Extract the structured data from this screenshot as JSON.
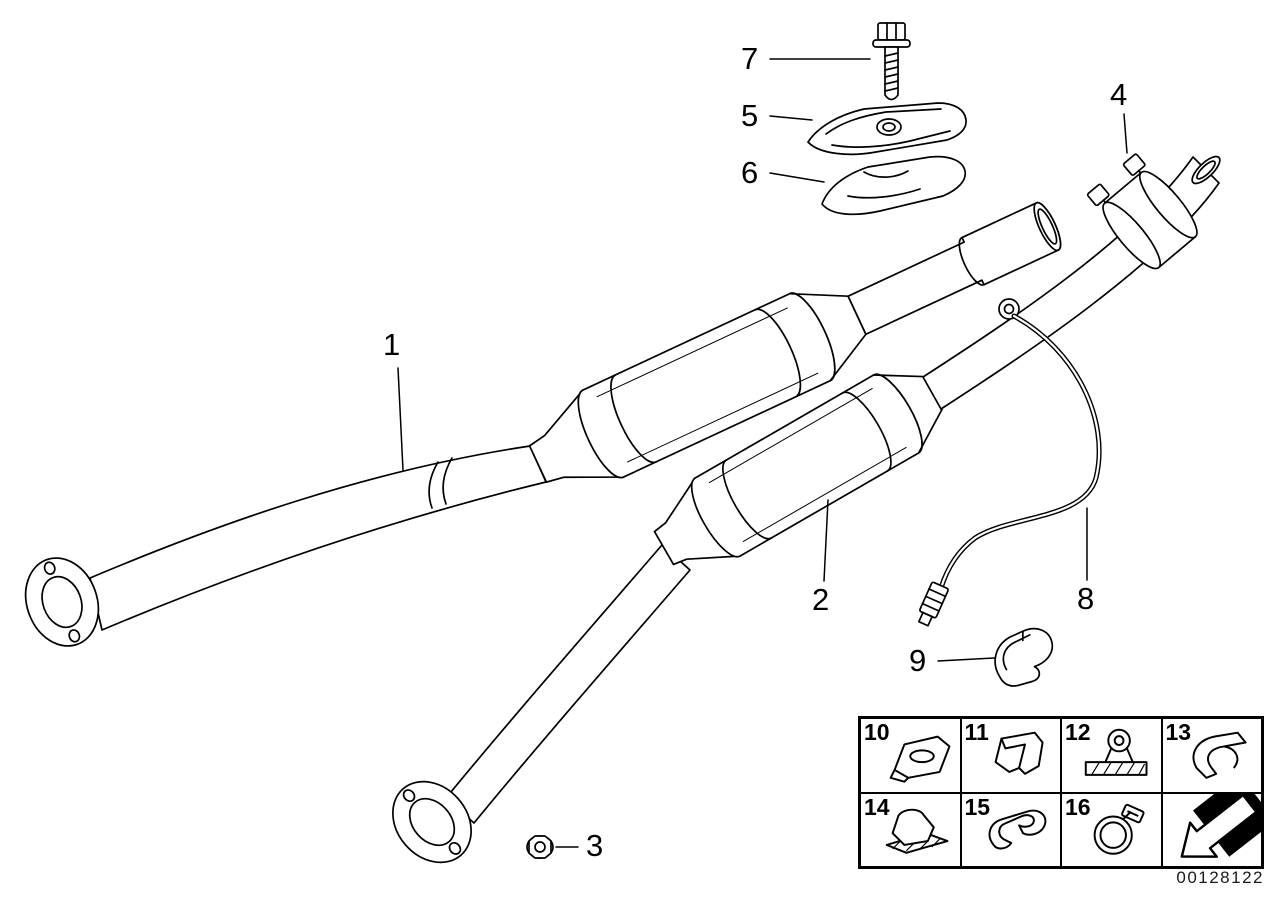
{
  "callouts": [
    {
      "label": "1"
    },
    {
      "label": "2"
    },
    {
      "label": "3"
    },
    {
      "label": "4"
    },
    {
      "label": "5"
    },
    {
      "label": "6"
    },
    {
      "label": "7"
    },
    {
      "label": "8"
    },
    {
      "label": "9"
    }
  ],
  "grid": {
    "row1": [
      {
        "label": "10"
      },
      {
        "label": "11"
      },
      {
        "label": "12"
      },
      {
        "label": "13"
      }
    ],
    "row2": [
      {
        "label": "14"
      },
      {
        "label": "15"
      },
      {
        "label": "16"
      }
    ]
  },
  "icons": {
    "nav_arrow": "diagonal-page-back-arrow"
  },
  "footer": {
    "image_id": "00128122"
  }
}
